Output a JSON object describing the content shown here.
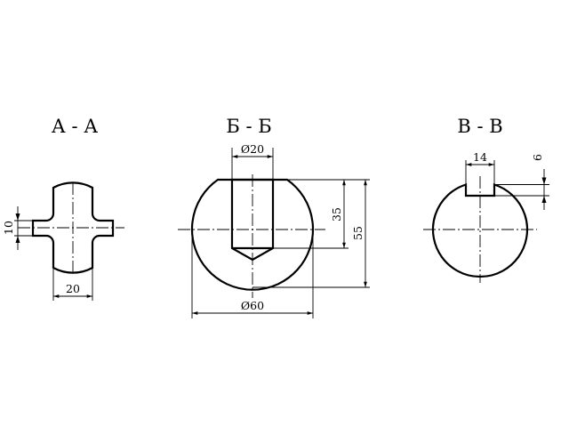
{
  "sections": {
    "aa": {
      "title": "А - А",
      "dim_slot_width": "10",
      "dim_flats_width": "20"
    },
    "bb": {
      "title": "Б - Б",
      "dim_hole_diameter": "Ø20",
      "dim_hole_depth": "35",
      "dim_flat_height": "55",
      "dim_outer_diameter": "Ø60"
    },
    "vv": {
      "title": "В - В",
      "dim_key_width": "14",
      "dim_key_depth": "6"
    }
  },
  "colors": {
    "line": "#000000",
    "background": "#ffffff"
  }
}
